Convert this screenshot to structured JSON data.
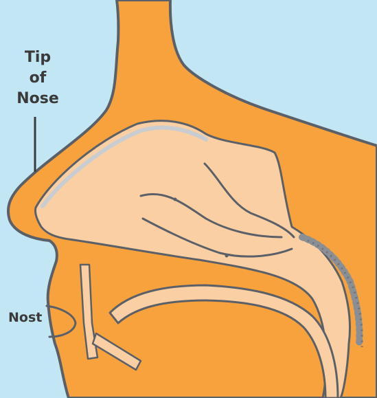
{
  "labels": {
    "tip_line1": "Tip",
    "tip_line2": "of",
    "tip_line3": "Nose",
    "nostril": "Nost"
  },
  "colors": {
    "sky": "#c2e6f4",
    "skin": "#f7a23c",
    "cavity": "#f9cfa3",
    "outline": "#5b6068",
    "highlight": "#c9cdd2",
    "text": "#3a3a3a"
  }
}
